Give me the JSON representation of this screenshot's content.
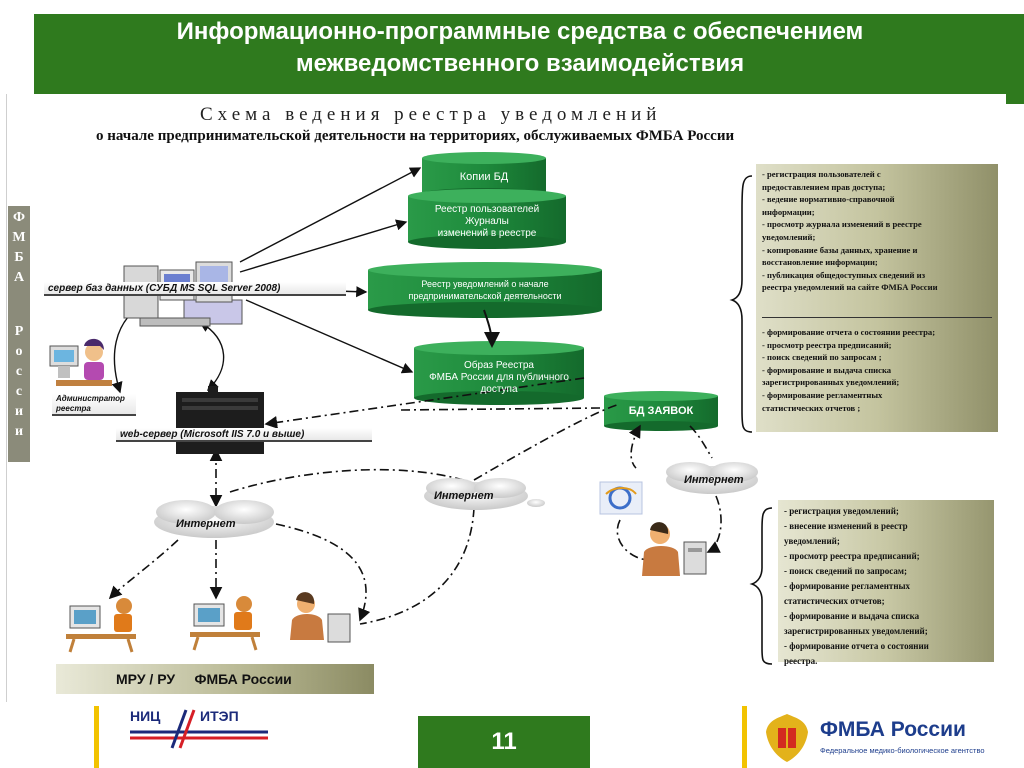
{
  "slide": {
    "title_line1": "Информационно-программные средства с обеспечением",
    "title_line2": "межведомственного взаимодействия",
    "page_number": "11"
  },
  "schema": {
    "title": "Схема ведения реестра уведомлений",
    "subtitle": "о начале предпринимательской деятельности на территориях, обслуживаемых ФМБА России"
  },
  "sidebar": {
    "letters": [
      "Ф",
      "М",
      "Б",
      "А",
      "Р",
      "о",
      "с",
      "с",
      "и",
      "и"
    ]
  },
  "nodes": {
    "db_server_label": "сервер баз данных (СУБД MS SQL Server 2008)",
    "admin_label_1": "Администратор",
    "admin_label_2": "реестра",
    "web_server_label": "web-сервер (Microsoft IIS 7.0 и выше)",
    "copies_db": "Копии БД",
    "user_registry": [
      "Реестр пользователей",
      "Журналы",
      "изменений в реестре"
    ],
    "notice_registry": [
      "Реестр уведомлений о начале",
      "предпринимательской деятельности"
    ],
    "public_image": [
      "Образ Реестра",
      "ФМБА России для публичного",
      "доступа"
    ],
    "requests_db": "БД ЗАЯВОК",
    "internet_main": "Интернет",
    "internet_mid": "Интернет",
    "internet_right": "Интернет",
    "mru_label": "МРУ / РУ     ФМБА России"
  },
  "panel_right_top": {
    "items_a": [
      " - регистрация пользователей с",
      "предоставлением прав доступа;",
      "  -  ведение нормативно-справочной",
      "информации;",
      " -  просмотр журнала изменений в реестре",
      "уведомлений;",
      "  -  копирование базы данных, хранение и",
      "восстановление информации;",
      "  - публикация общедоступных  сведений из",
      "реестра уведомлений  на сайте ФМБА России"
    ],
    "items_b": [
      "    - формирование отчета о состоянии реестра;",
      "  - просмотр реестра предписаний;",
      "    - поиск сведений по запросам ;",
      "   - формирование и выдача списка",
      "зарегистрированных уведомлений;",
      "   - формирование регламентных",
      "статистических отчетов ;"
    ]
  },
  "panel_right_bottom": {
    "items": [
      "   - регистрация уведомлений;",
      "   - внесение изменений в реестр",
      "уведомлений;",
      "  - просмотр реестра предписаний;",
      "    - поиск сведений по запросам;",
      "  - формирование регламентных",
      "статистических отчетов;",
      "  - формирование и выдача списка",
      "зарегистрированных уведомлений;",
      "   - формирование отчета о состоянии",
      "реестра."
    ]
  },
  "footer": {
    "nits_left": "НИЦ",
    "nits_right": "ИТЭП",
    "fmba_title": "ФМБА России",
    "fmba_sub": "Федеральное медико-биологическое агентство"
  },
  "colors": {
    "banner_green": "#2f7a1e",
    "cylinder_green": "#1f8a3a",
    "panel_olive": "#b8b893",
    "accent_yellow": "#f2c300",
    "logo_blue": "#1d3d8c"
  }
}
